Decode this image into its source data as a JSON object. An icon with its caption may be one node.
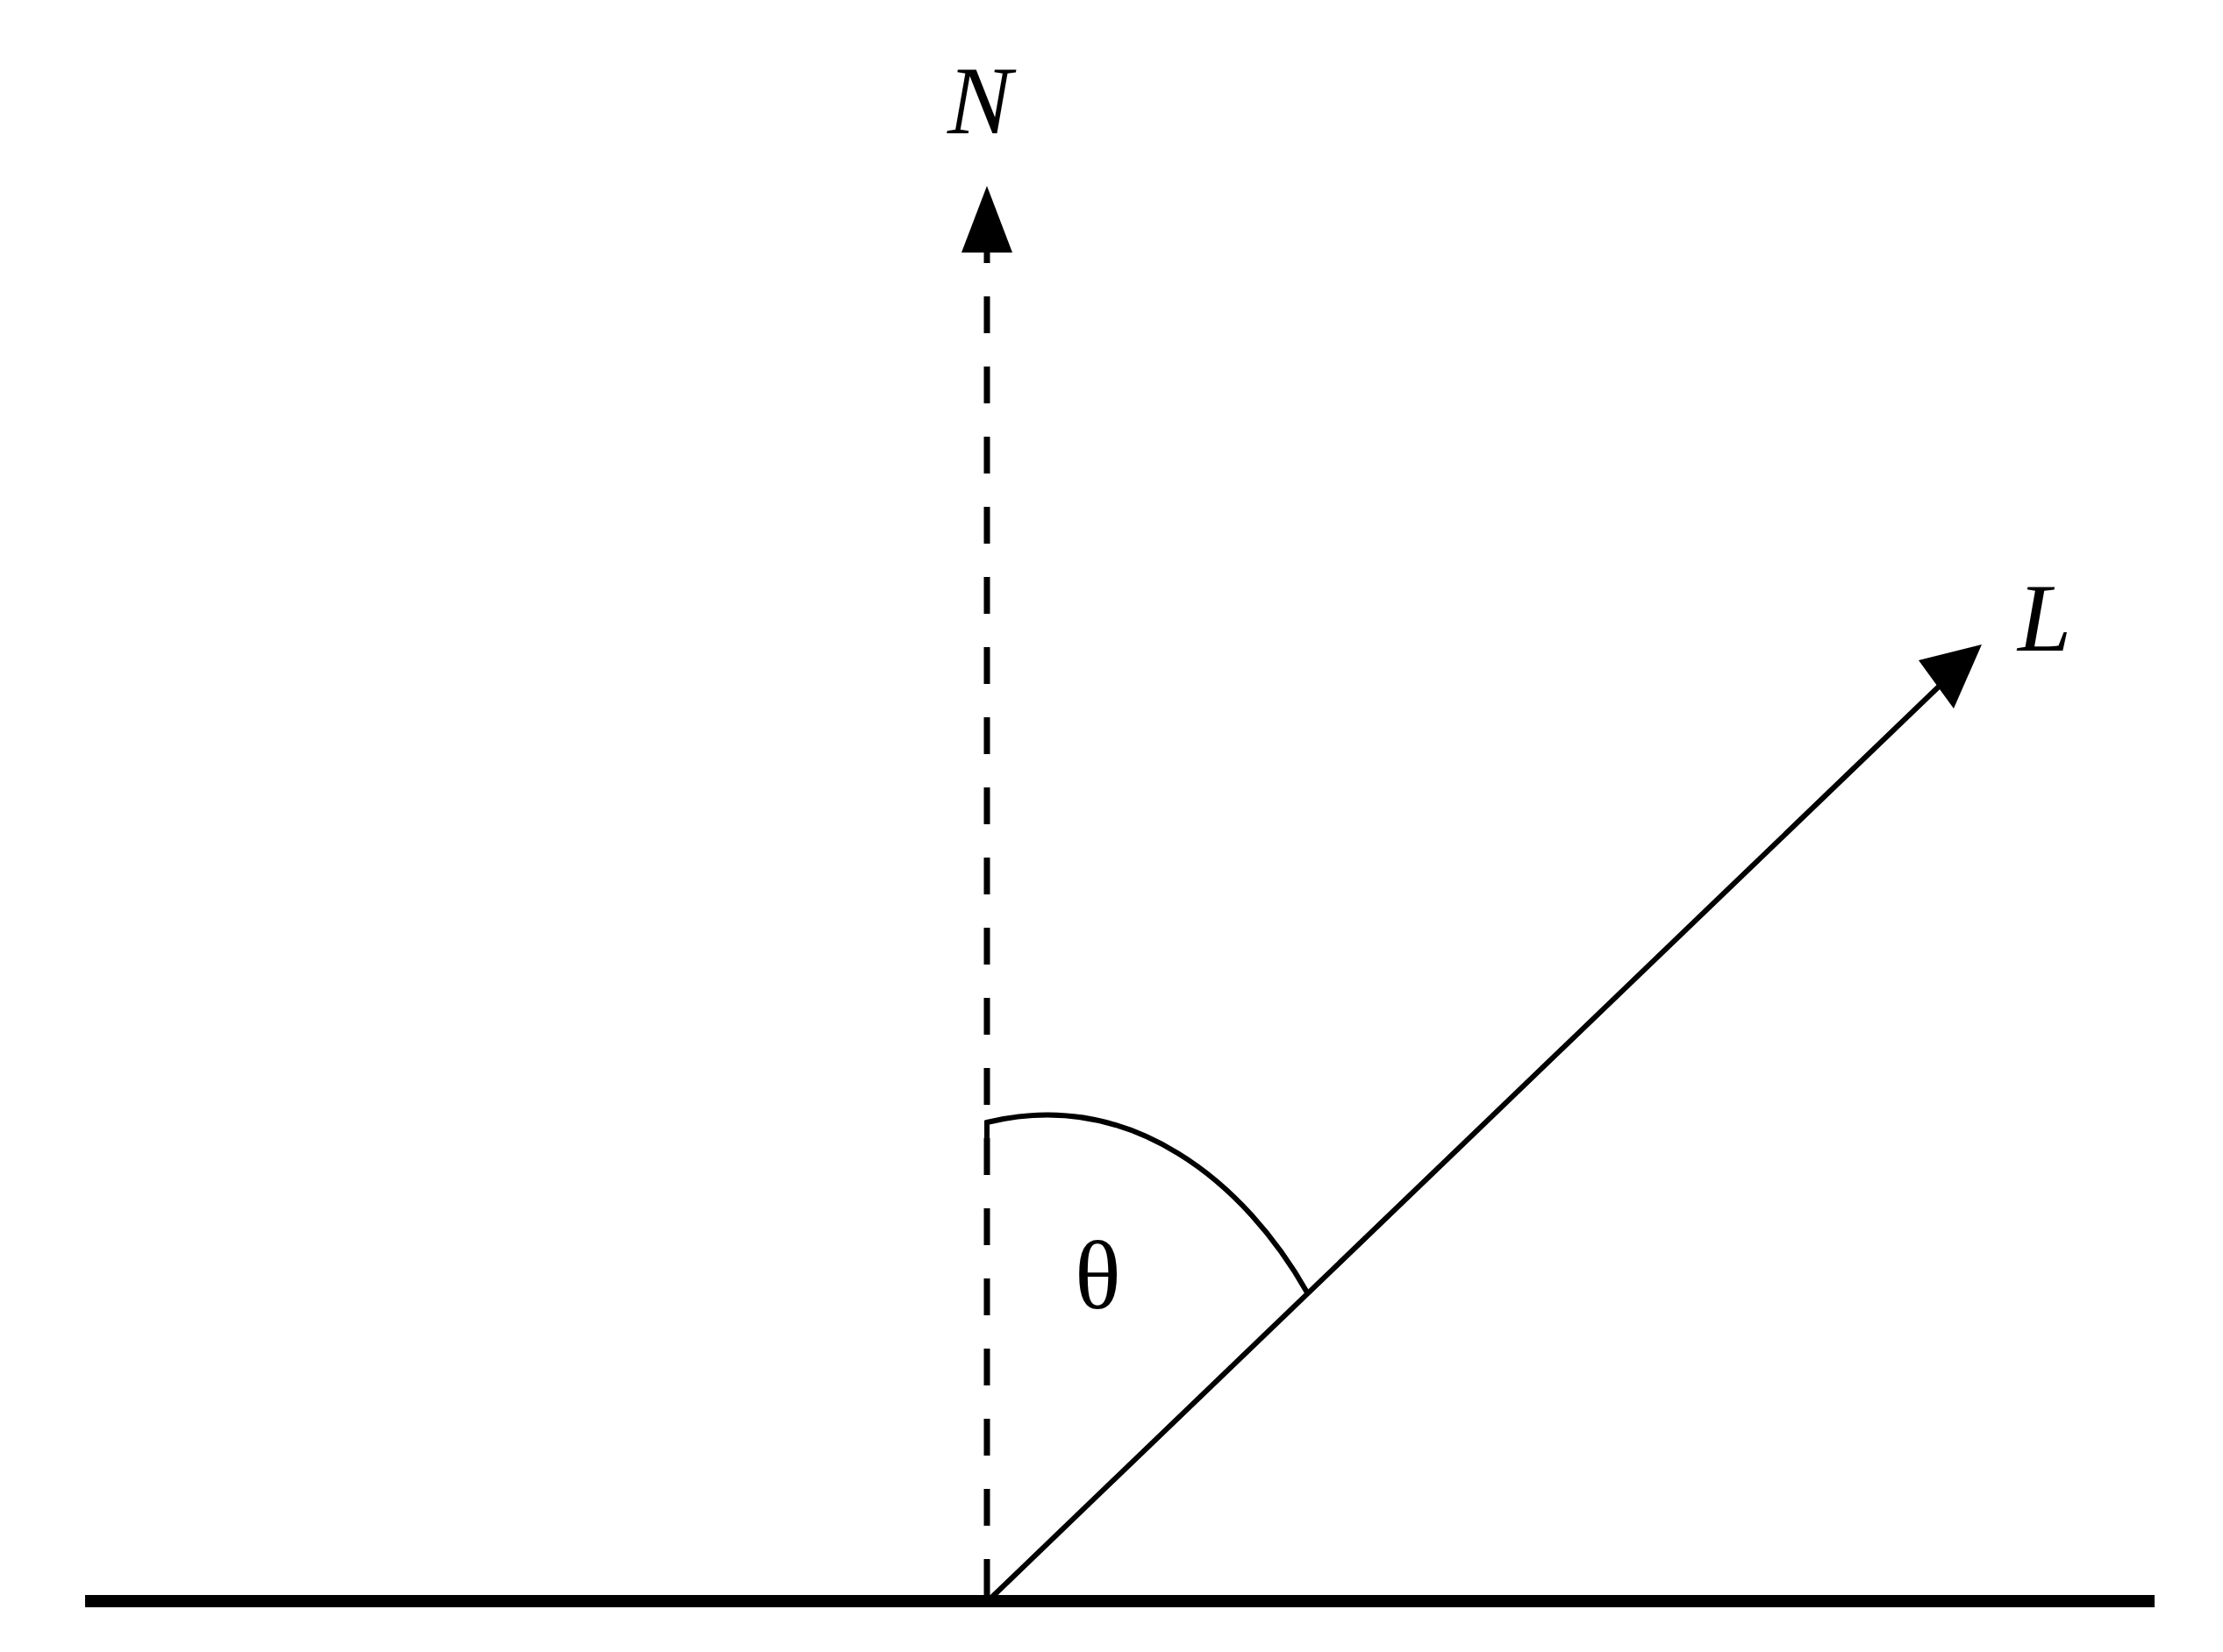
{
  "diagram": {
    "labels": [
      "N",
      "L",
      "θ"
    ]
  }
}
